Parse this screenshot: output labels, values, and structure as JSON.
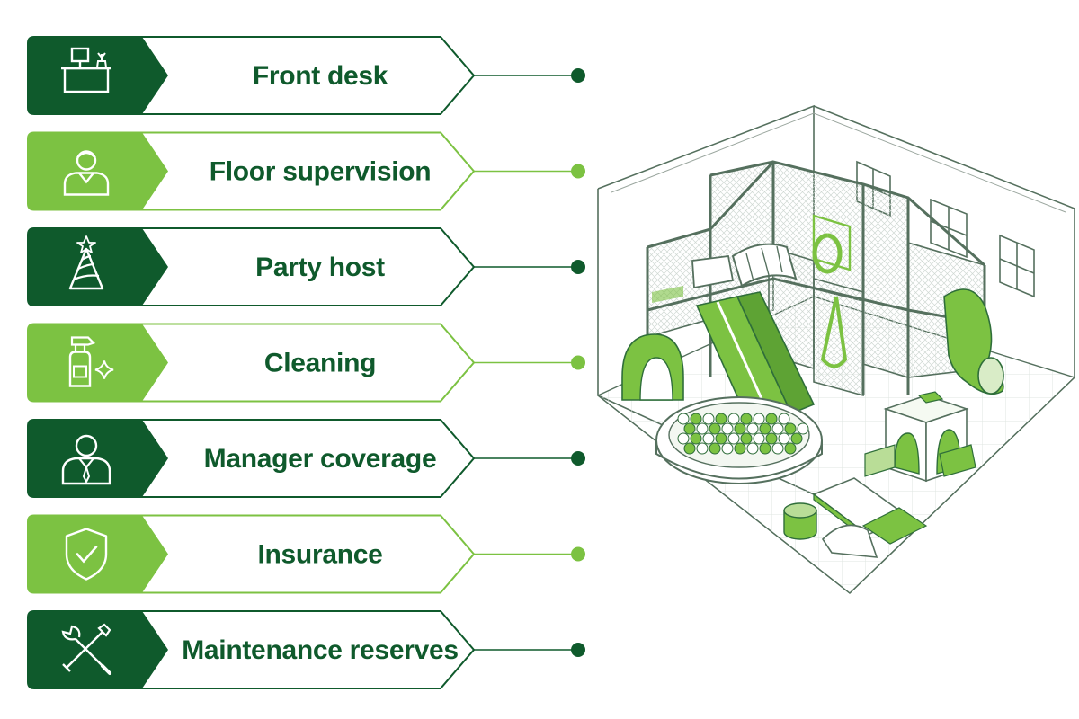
{
  "colors": {
    "dark": "#0f5a2c",
    "light": "#7cc242",
    "outline": "#3d6b4d",
    "line": "#9aa69e",
    "white": "#ffffff"
  },
  "rows": [
    {
      "label": "Front desk",
      "tone": "dark",
      "icon": "front-desk-icon"
    },
    {
      "label": "Floor supervision",
      "tone": "light",
      "icon": "staff-person-icon"
    },
    {
      "label": "Party host",
      "tone": "dark",
      "icon": "party-hat-icon"
    },
    {
      "label": "Cleaning",
      "tone": "light",
      "icon": "spray-bottle-icon"
    },
    {
      "label": "Manager coverage",
      "tone": "dark",
      "icon": "manager-icon"
    },
    {
      "label": "Insurance",
      "tone": "light",
      "icon": "shield-check-icon"
    },
    {
      "label": "Maintenance reserves",
      "tone": "dark",
      "icon": "tools-icon"
    }
  ],
  "illustration": {
    "subject": "indoor-playground-isometric"
  }
}
